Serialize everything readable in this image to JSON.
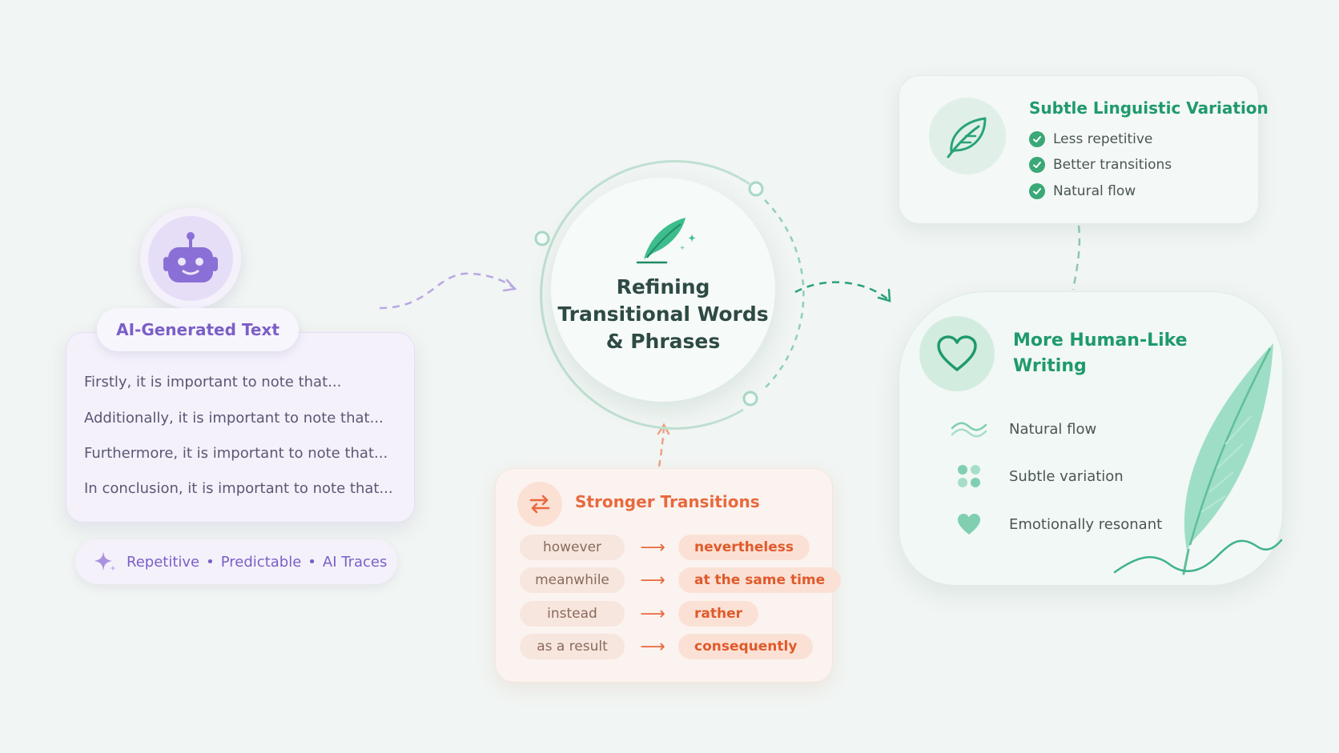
{
  "ai_text": {
    "title": "AI-Generated Text",
    "lines": [
      "Firstly, it is important to note that...",
      "Additionally, it is important to note that...",
      "Furthermore, it is important to note that...",
      "In conclusion, it is important to note that..."
    ],
    "traits": [
      "Repetitive",
      "Predictable",
      "AI Traces"
    ],
    "icon": "robot-icon"
  },
  "center": {
    "title": "Refining Transitional Words & Phrases",
    "icon": "quill-sparkle-icon"
  },
  "transitions": {
    "title": "Stronger Transitions",
    "icon": "swap-arrows-icon",
    "pairs": [
      {
        "from": "however",
        "to": "nevertheless"
      },
      {
        "from": "meanwhile",
        "to": "at the same time"
      },
      {
        "from": "instead",
        "to": "rather"
      },
      {
        "from": "as a result",
        "to": "consequently"
      }
    ],
    "arrow": "⟶"
  },
  "variation": {
    "title": "Subtle Linguistic Variation",
    "icon": "leaf-icon",
    "items": [
      "Less repetitive",
      "Better transitions",
      "Natural flow"
    ]
  },
  "human": {
    "title": "More Human-Like Writing",
    "icon": "heart-icon",
    "items": [
      {
        "label": "Natural flow",
        "icon": "wave-icon"
      },
      {
        "label": "Subtle variation",
        "icon": "dots-icon"
      },
      {
        "label": "Emotionally resonant",
        "icon": "heart-icon"
      }
    ]
  },
  "colors": {
    "purple": "#7b5fc6",
    "green": "#1f9a6c",
    "orange": "#e8693e",
    "background": "#f1f5f3"
  }
}
